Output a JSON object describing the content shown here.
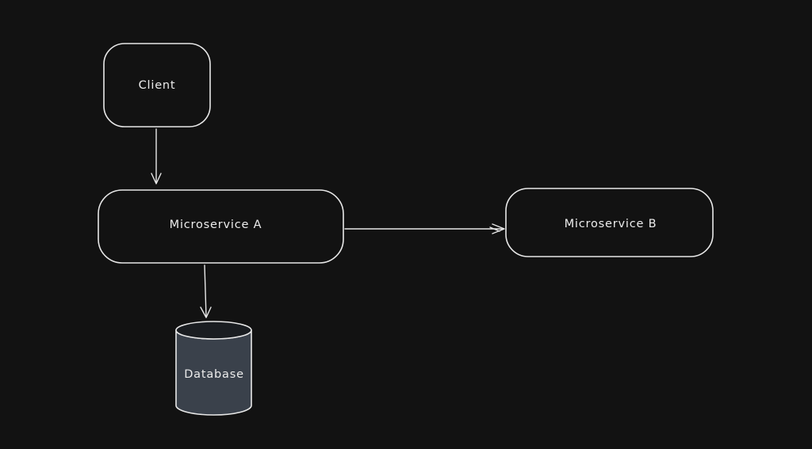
{
  "canvas": {
    "background": "#121212",
    "stroke": "#e8e8e8",
    "text_color": "#ececec",
    "db_fill": "#3a414b",
    "db_top_fill": "#1a1d21"
  },
  "diagram": {
    "type": "flowchart",
    "style": "hand-drawn-dark",
    "nodes": [
      {
        "id": "client",
        "label": "Client",
        "shape": "rounded-rect"
      },
      {
        "id": "microservice-a",
        "label": "Microservice A",
        "shape": "rounded-rect"
      },
      {
        "id": "microservice-b",
        "label": "Microservice B",
        "shape": "rounded-rect"
      },
      {
        "id": "database",
        "label": "Database",
        "shape": "cylinder"
      }
    ],
    "edges": [
      {
        "from": "Client",
        "to": "Microservice A",
        "direction": "down"
      },
      {
        "from": "Microservice A",
        "to": "Microservice B",
        "direction": "right"
      },
      {
        "from": "Microservice A",
        "to": "Database",
        "direction": "down"
      }
    ]
  }
}
